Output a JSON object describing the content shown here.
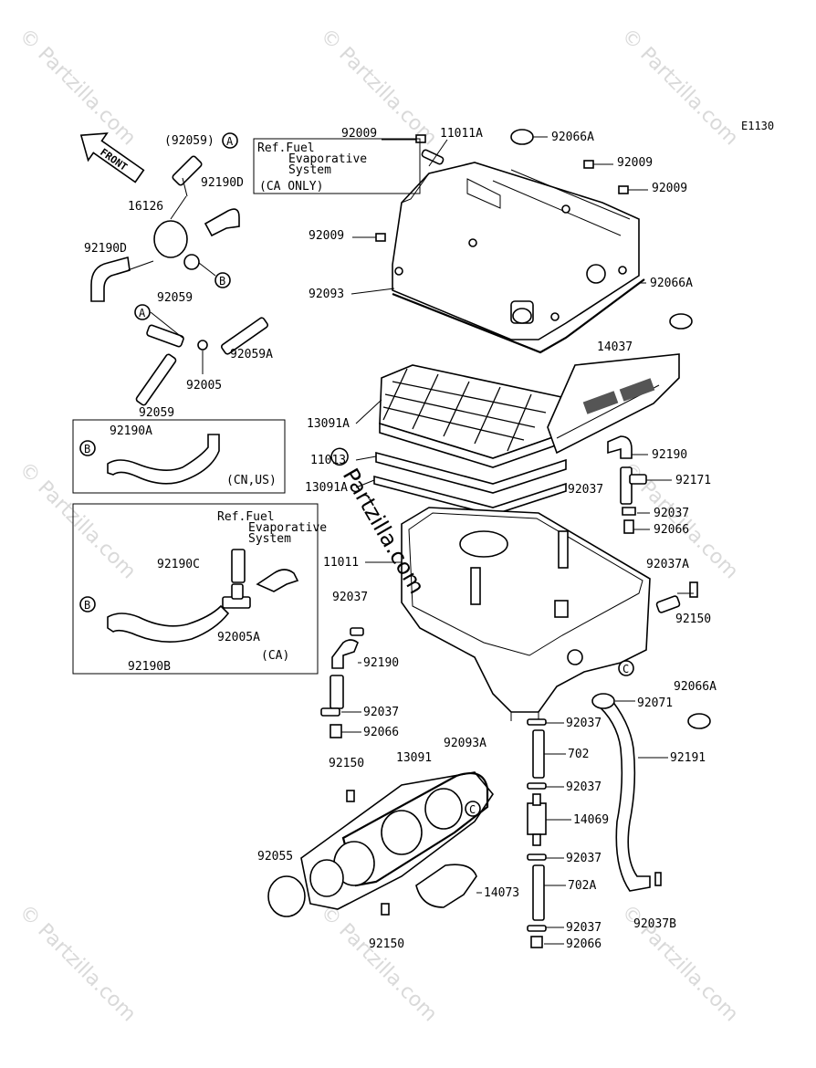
{
  "diagram_code": "E1130",
  "front_label": "FRONT",
  "watermark": "© Partzilla.com",
  "watermark_center": "Partzilla.com",
  "refs": {
    "ref_top_l1": "Ref.Fuel",
    "ref_top_l2": "Evaporative",
    "ref_top_l3": "System",
    "ref_top_l4": "(CA ONLY)",
    "ref_mid_l1": "Ref.Fuel",
    "ref_mid_l2": "Evaporative",
    "ref_mid_l3": "System",
    "box1_note": "(CN,US)",
    "box2_note": "(CA)"
  },
  "circles": {
    "a": "A",
    "b": "B",
    "c": "C"
  },
  "parts": {
    "p92059p": "(92059)",
    "p92190D_1": "92190D",
    "p16126": "16126",
    "p92190D_2": "92190D",
    "p92059_1": "92059",
    "p92059A": "92059A",
    "p92005": "92005",
    "p92059_2": "92059",
    "p92190A": "92190A",
    "p92190C": "92190C",
    "p92005A": "92005A",
    "p92190B": "92190B",
    "p92009_1": "92009",
    "p11011A": "11011A",
    "p92066A_1": "92066A",
    "p92009_2": "92009",
    "p92009_3": "92009",
    "p92009_4": "92009",
    "p92093": "92093",
    "p92066A_2": "92066A",
    "p14037": "14037",
    "p13091A_1": "13091A",
    "p11013": "11013",
    "p13091A_2": "13091A",
    "p92190_1": "92190",
    "p92171": "92171",
    "p92037_1": "92037",
    "p92037_2": "92037",
    "p92066_1": "92066",
    "p11011": "11011",
    "p92037A": "92037A",
    "p92150_1": "92150",
    "p92037_3": "92037",
    "p92190_2": "92190",
    "p92066A_3": "92066A",
    "p92071": "92071",
    "p92037_4": "92037",
    "p92066_2": "92066",
    "p92037_5": "92037",
    "p702": "702",
    "p92191": "92191",
    "p92093A": "92093A",
    "p92150_2": "92150",
    "p13091": "13091",
    "p92037_6": "92037",
    "p14069": "14069",
    "p92037_7": "92037",
    "p92055": "92055",
    "p702A": "702A",
    "p14073": "14073",
    "p92037B": "92037B",
    "p92150_3": "92150",
    "p92037_8": "92037",
    "p92066_3": "92066"
  }
}
